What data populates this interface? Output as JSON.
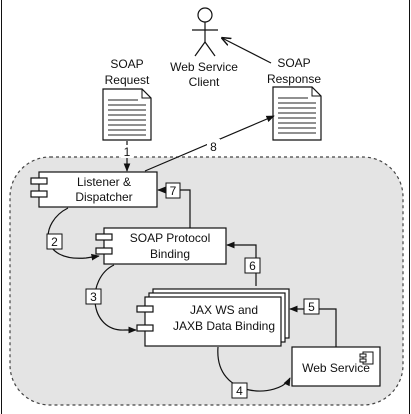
{
  "actors": {
    "client": {
      "label_line1": "Web Service",
      "label_line2": "Client",
      "icon": "stick-figure-icon"
    }
  },
  "documents": {
    "request": {
      "label_line1": "SOAP",
      "label_line2": "Request",
      "icon": "document-icon"
    },
    "response": {
      "label_line1": "SOAP",
      "label_line2": "Response",
      "icon": "document-icon"
    }
  },
  "components": {
    "listener": {
      "label_line1": "Listener &",
      "label_line2": "Dispatcher",
      "icon": "component-icon"
    },
    "soap_binding": {
      "label_line1": "SOAP Protocol",
      "label_line2": "Binding",
      "icon": "component-icon"
    },
    "jaxws": {
      "label_line1": "JAX WS and",
      "label_line2": "JAXB Data Binding",
      "icon": "component-icon"
    },
    "web_service": {
      "label": "Web Service",
      "icon": "component-icon"
    }
  },
  "steps": [
    "1",
    "2",
    "3",
    "4",
    "5",
    "6",
    "7",
    "8"
  ],
  "colors": {
    "container_fill": "#e4e4e4",
    "container_border": "#444444",
    "line": "#111111",
    "box_fill": "#ffffff"
  }
}
